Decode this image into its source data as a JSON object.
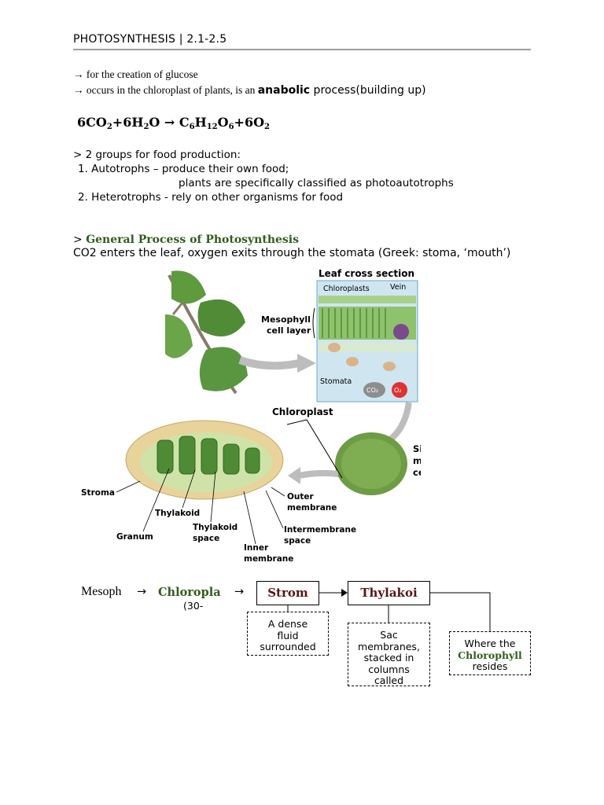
{
  "header": {
    "title": "PHOTOSYNTHESIS | 2.1-2.5"
  },
  "intro": {
    "line1": "→ for the creation of glucose",
    "line2_prefix": "→ occurs in the chloroplast of plants, is an ",
    "line2_bold": "anabolic",
    "line2_suffix": " process(building up)"
  },
  "equation": {
    "p1": "6CO",
    "s1": "2",
    "p2": "+6H",
    "s2": "2",
    "p3": "O → C",
    "s3": "6",
    "p4": "H",
    "s4": "12",
    "p5": "O",
    "s5": "6",
    "p6": "+6O",
    "s6": "2"
  },
  "groups": {
    "heading": "> 2 groups for food production:",
    "item1": "1.  Autotrophs – produce their own food;",
    "item1_cont": "plants are specifically classified as photoautotrophs",
    "item2": "2.  Heterotrophs - rely on other organisms for food"
  },
  "general": {
    "prefix": "> ",
    "title": "General Process of Photosynthesis",
    "desc": "CO2 enters the leaf, oxygen exits through the stomata (Greek: stoma, ‘mouth’)"
  },
  "figure": {
    "leaf_cross_section": "Leaf cross section",
    "chloroplasts": "Chloroplasts",
    "vein": "Vein",
    "mesophyll": "Mesophyll",
    "cell_layer": "cell layer",
    "stomata": "Stomata",
    "co2": "CO₂",
    "o2": "O₂",
    "chloroplast": "Chloroplast",
    "single": "Single",
    "mesophyll_cell_1": "mesophyll",
    "mesophyll_cell_2": "cell",
    "stroma": "Stroma",
    "thylakoid": "Thylakoid",
    "granum": "Granum",
    "thylakoid_space_1": "Thylakoid",
    "thylakoid_space_2": "space",
    "outer_1": "Outer",
    "outer_2": "membrane",
    "inter_1": "Intermembrane",
    "inter_2": "space",
    "inner_1": "Inner",
    "inner_2": "membrane"
  },
  "flow": {
    "mesophyll": "Mesoph",
    "arrow": "→",
    "chloroplast": "Chloropla",
    "chloro_sub": "(30-",
    "stroma": "Strom",
    "thylakoid": "Thylakoi",
    "stroma_note_1": "A dense",
    "stroma_note_2": "fluid",
    "stroma_note_3": "surrounded",
    "thyl_note_1": "Sac",
    "thyl_note_2": "membranes,",
    "thyl_note_3": "stacked in",
    "thyl_note_4": "columns",
    "thyl_note_5": "called",
    "chl_note_1": "Where the",
    "chl_note_2": "Chlorophyll",
    "chl_note_3": "resides"
  },
  "colors": {
    "title_green": "#2e5e1a",
    "box_red": "#5a1414",
    "rule": "#9e9e9e"
  }
}
